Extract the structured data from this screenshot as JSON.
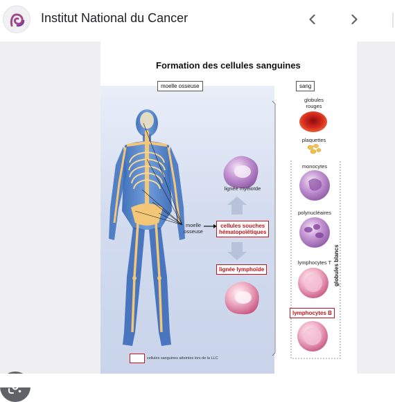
{
  "header": {
    "site_name": "Institut National du Cancer",
    "logo_icon": "institut-logo-icon",
    "prev_icon": "chevron-left-icon",
    "next_icon": "chevron-right-icon"
  },
  "infographic": {
    "title": "Formation des cellules sanguines",
    "moelle_label": "moelle osseuse",
    "sang_label": "sang",
    "moelle_pointer": [
      "moelle",
      "osseuse"
    ],
    "myeloid": "lignée myéloïde",
    "stem_cells": [
      "cellules souches",
      "hématopoïétiques"
    ],
    "lymphoid": "lignée lymphoïde",
    "red_cells": [
      "globules",
      "rouges"
    ],
    "platelets": "plaquettes",
    "monocytes": "monocytes",
    "polynuclear": "polynucléaires",
    "t_cells": "lymphocytes T",
    "b_cells": "lymphocytes B",
    "white_cells": "globules blancs",
    "legend": "cellules sanguines atteintes lors de la LLC"
  },
  "colors": {
    "accent_red": "#c0141c",
    "cell_purple": "#b27fc4",
    "cell_pink": "#e99bb7",
    "bone": "#f3c777"
  },
  "lens_icon": "google-lens-icon"
}
